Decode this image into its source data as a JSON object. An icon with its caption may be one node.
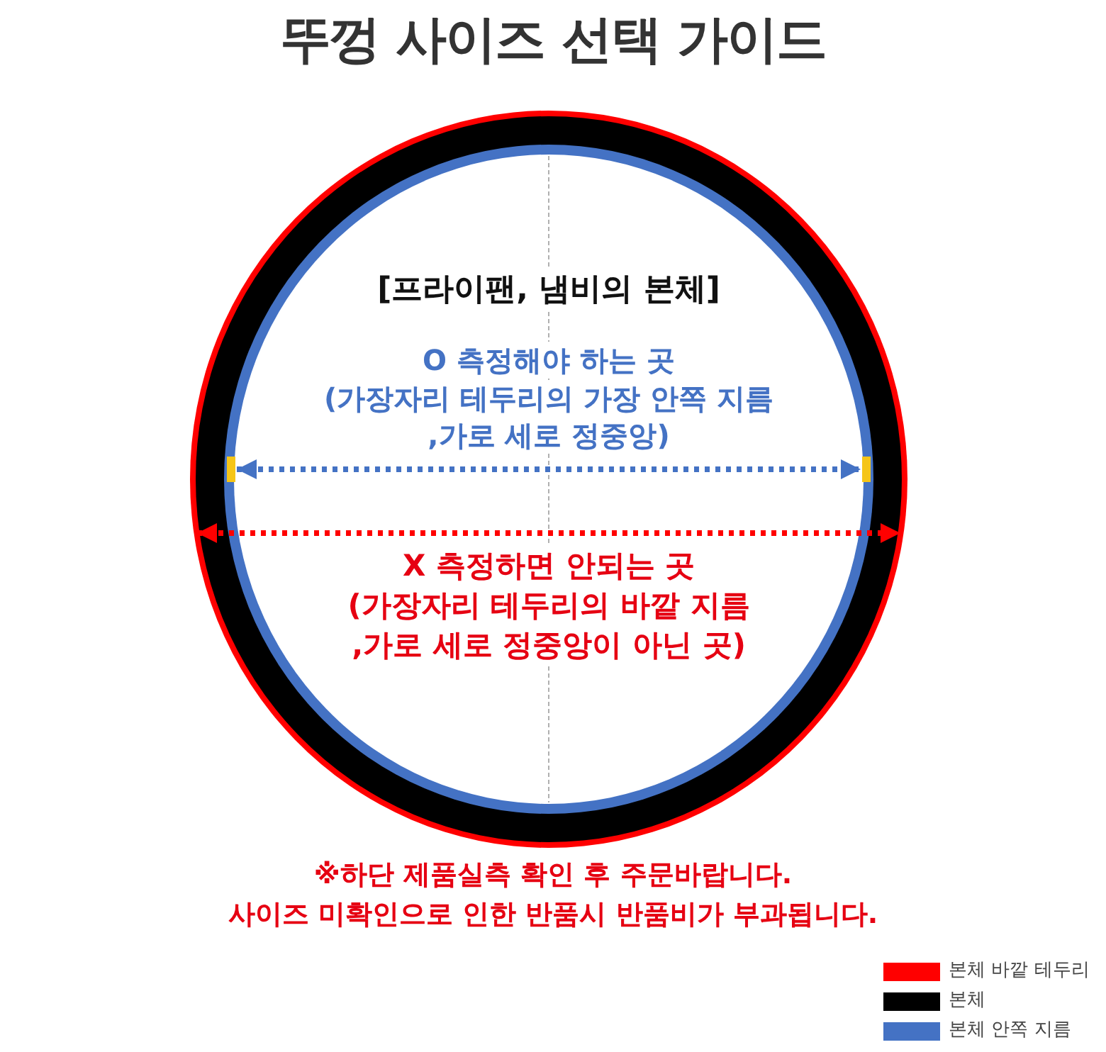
{
  "diagram": {
    "title": "뚜껑 사이즈 선택 가이드",
    "nodes": [
      {
        "text": [
          "[프라이팬, 냄비의 본체]",
          "O 측정해야 하는 곳",
          "(가장자리 테두리의 가장 안쪽 지름 ,가로 세로 정중앙)",
          "X 측정하면 안되는 곳",
          "(가장자리 테두리의 바깥 지름 ,가로 세로 정중앙이 아닌 곳)"
        ]
      }
    ],
    "labels": [
      "※하단 제품실측 확인 후 주문바랍니다.",
      "사이즈 미확인으로 인한 반품시 반품비가 부과됩니다."
    ],
    "legend": [
      {
        "text": "본체 바깥 테두리",
        "color": "#ff0000"
      },
      {
        "text": "본체",
        "color": "#000000"
      },
      {
        "text": "본체 안쪽 지름",
        "color": "#4472c4"
      }
    ]
  }
}
